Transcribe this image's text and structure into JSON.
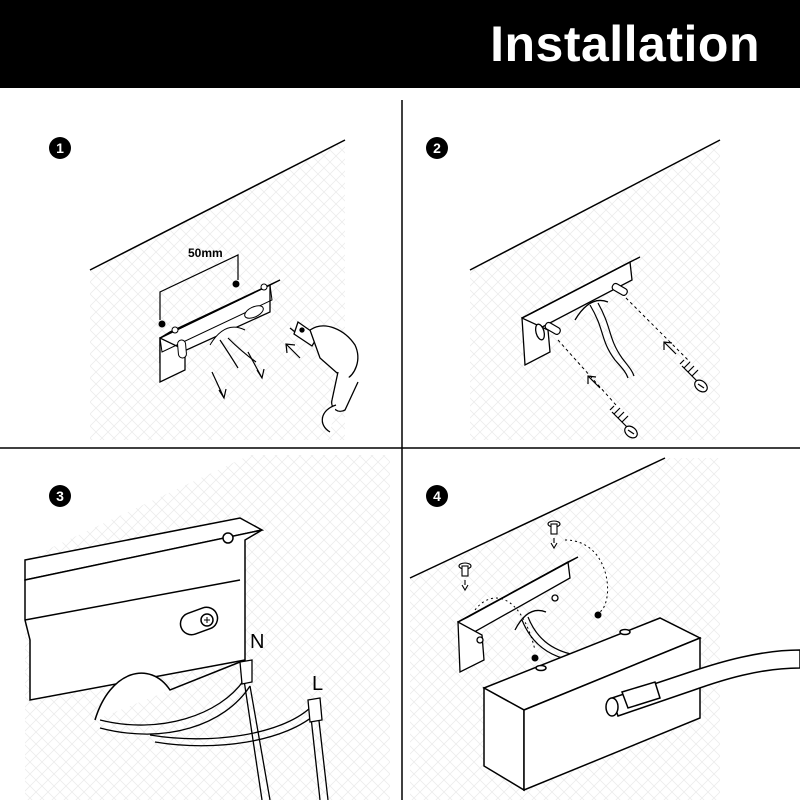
{
  "header": {
    "title": "Installation"
  },
  "steps": [
    {
      "number": "1",
      "dimension_label": "50mm"
    },
    {
      "number": "2"
    },
    {
      "number": "3",
      "wire_neutral": "N",
      "wire_live": "L"
    },
    {
      "number": "4"
    }
  ]
}
